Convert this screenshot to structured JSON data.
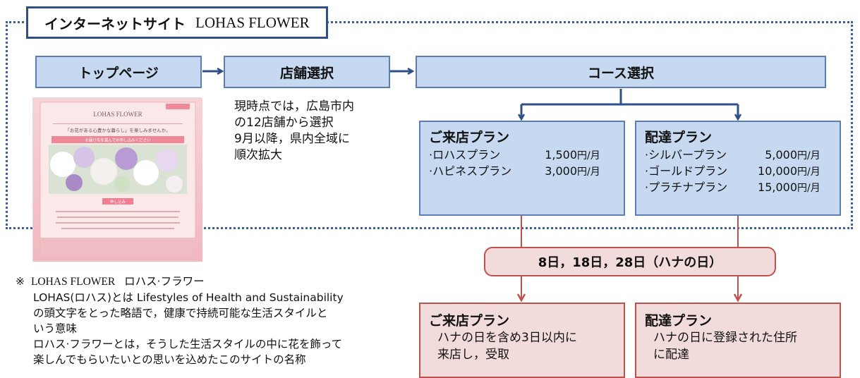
{
  "title": {
    "jp": "インターネットサイト",
    "en": "LOHAS FLOWER"
  },
  "flow": {
    "top_page": "トップページ",
    "store_select": "店舗選択",
    "course_select": "コース選択"
  },
  "store_note": [
    "現時点では，広島市内",
    "の12店舗から選択",
    "9月以降，県内全域に",
    "順次拡大"
  ],
  "store_plan": {
    "title": "ご来店プラン",
    "items": [
      {
        "name": "·ロハスプラン",
        "price": "1,500",
        "unit": "円/月"
      },
      {
        "name": "·ハピネスプラン",
        "price": "3,000",
        "unit": "円/月"
      }
    ]
  },
  "delivery_plan": {
    "title": "配達プラン",
    "items": [
      {
        "name": "·シルバープラン",
        "price": "5,000",
        "unit": "円/月"
      },
      {
        "name": "·ゴールドプラン",
        "price": "10,000",
        "unit": "円/月"
      },
      {
        "name": "·プラチナプラン",
        "price": "15,000",
        "unit": "円/月"
      }
    ]
  },
  "days": "8日，18日，28日（ハナの日）",
  "store_pickup": {
    "title": "ご来店プラン",
    "lines": [
      "ハナの日を含め3日以内に",
      "来店し，受取"
    ]
  },
  "delivery_result": {
    "title": "配達プラン",
    "lines": [
      "ハナの日に登録された住所",
      "に配達"
    ]
  },
  "site_image": {
    "logo": "LOHAS FLOWER",
    "tagline": "「お花がある心豊かな暮らし」を楽しみませんか。",
    "banner": "お届け先を選んでお申し込みください",
    "button": "申し込み"
  },
  "footnote": {
    "mark": "※",
    "heading_en": "LOHAS FLOWER",
    "heading_jp": "ロハス·フラワー",
    "lines": [
      "LOHAS(ロハス)とは Lifestyles of Health and Sustainability",
      "の頭文字をとった略語で，健康で持続可能な生活スタイルと",
      "いう意味",
      "ロハス·フラワーとは，そうした生活スタイルの中に花を飾って",
      "楽しんでもらいたいとの思いを込めたこのサイトの名称"
    ]
  },
  "colors": {
    "blue_fill": "#c6d9f1",
    "blue_border": "#5b7db8",
    "pink_fill": "#f2dcdb",
    "red_line": "#c0504d",
    "navy": "#2f4f86"
  }
}
